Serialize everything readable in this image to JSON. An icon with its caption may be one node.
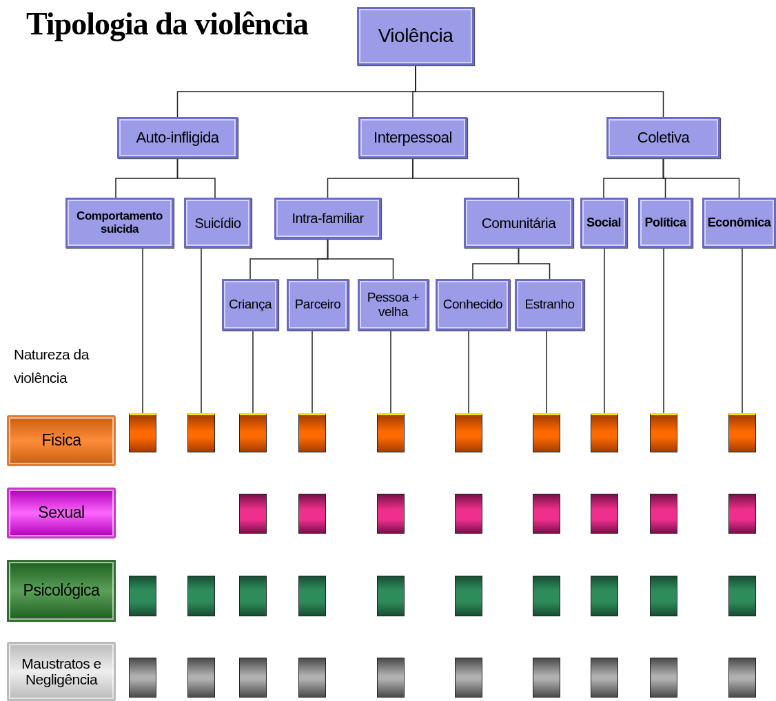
{
  "diagram": {
    "title": "Tipologia da violência",
    "nodes": [
      {
        "text": [
          "Violência"
        ]
      },
      {
        "text": [
          "Auto-infligida"
        ]
      },
      {
        "text": [
          "Interpessoal"
        ]
      },
      {
        "text": [
          "Coletiva"
        ]
      },
      {
        "text": [
          "Comportamento suicida"
        ]
      },
      {
        "text": [
          "Suicídio"
        ]
      },
      {
        "text": [
          "Intra-familiar"
        ]
      },
      {
        "text": [
          "Comunitária"
        ]
      },
      {
        "text": [
          "Social"
        ]
      },
      {
        "text": [
          "Política"
        ]
      },
      {
        "text": [
          "Econômica"
        ]
      },
      {
        "text": [
          "Criança"
        ]
      },
      {
        "text": [
          "Parceiro"
        ]
      },
      {
        "text": [
          "Pessoa + velha"
        ]
      },
      {
        "text": [
          "Conhecido"
        ]
      },
      {
        "text": [
          "Estranho"
        ]
      },
      {
        "text": [
          "Fisica"
        ]
      },
      {
        "text": [
          "Sexual"
        ]
      },
      {
        "text": [
          "Psicológica"
        ]
      },
      {
        "text": [
          "Maustratos e Negligência"
        ]
      },
      {
        "text": [],
        "shape": "box"
      },
      {
        "text": [],
        "shape": "box"
      },
      {
        "text": [],
        "shape": "box"
      },
      {
        "text": [],
        "shape": "box"
      },
      {
        "text": [],
        "shape": "box"
      },
      {
        "text": [],
        "shape": "box"
      },
      {
        "text": [],
        "shape": "box"
      },
      {
        "text": [],
        "shape": "box"
      },
      {
        "text": [],
        "shape": "box"
      },
      {
        "text": [],
        "shape": "box"
      },
      {
        "text": [],
        "shape": "box"
      },
      {
        "text": [],
        "shape": "box"
      },
      {
        "text": [],
        "shape": "box"
      },
      {
        "text": [],
        "shape": "box"
      },
      {
        "text": [],
        "shape": "box"
      },
      {
        "text": [],
        "shape": "box"
      },
      {
        "text": [],
        "shape": "box"
      },
      {
        "text": [],
        "shape": "box"
      },
      {
        "text": [],
        "shape": "box"
      },
      {
        "text": [],
        "shape": "box"
      },
      {
        "text": [],
        "shape": "box"
      },
      {
        "text": [],
        "shape": "box"
      },
      {
        "text": [],
        "shape": "box"
      },
      {
        "text": [],
        "shape": "box"
      },
      {
        "text": [],
        "shape": "box"
      },
      {
        "text": [],
        "shape": "box"
      },
      {
        "text": [],
        "shape": "box"
      },
      {
        "text": [],
        "shape": "box"
      },
      {
        "text": [],
        "shape": "box"
      },
      {
        "text": [],
        "shape": "box"
      },
      {
        "text": [],
        "shape": "box"
      },
      {
        "text": [],
        "shape": "box"
      },
      {
        "text": [],
        "shape": "box"
      },
      {
        "text": [],
        "shape": "box"
      },
      {
        "text": [],
        "shape": "box"
      },
      {
        "text": [],
        "shape": "box"
      },
      {
        "text": [],
        "shape": "box"
      },
      {
        "text": [],
        "shape": "box"
      }
    ],
    "edges": [
      {
        "from": 0,
        "to": 1,
        "arrow": "none"
      },
      {
        "from": 0,
        "to": 2,
        "arrow": "none"
      },
      {
        "from": 0,
        "to": 3,
        "arrow": "none"
      },
      {
        "from": 1,
        "to": 4,
        "arrow": "none"
      },
      {
        "from": 1,
        "to": 5,
        "arrow": "none"
      },
      {
        "from": 2,
        "to": 6,
        "arrow": "none"
      },
      {
        "from": 2,
        "to": 7,
        "arrow": "none"
      },
      {
        "from": 3,
        "to": 8,
        "arrow": "none"
      },
      {
        "from": 3,
        "to": 9,
        "arrow": "none"
      },
      {
        "from": 3,
        "to": 10,
        "arrow": "none"
      },
      {
        "from": 6,
        "to": 11,
        "arrow": "none"
      },
      {
        "from": 6,
        "to": 12,
        "arrow": "none"
      },
      {
        "from": 6,
        "to": 13,
        "arrow": "none"
      },
      {
        "from": 7,
        "to": 14,
        "arrow": "none"
      },
      {
        "from": 7,
        "to": 15,
        "arrow": "none"
      },
      {
        "from": 4,
        "to": 20,
        "arrow": "none"
      },
      {
        "from": 5,
        "to": 21,
        "arrow": "none"
      },
      {
        "from": 11,
        "to": 22,
        "arrow": "none"
      },
      {
        "from": 12,
        "to": 23,
        "arrow": "none"
      },
      {
        "from": 13,
        "to": 24,
        "arrow": "none"
      },
      {
        "from": 14,
        "to": 25,
        "arrow": "none"
      },
      {
        "from": 15,
        "to": 26,
        "arrow": "none"
      },
      {
        "from": 8,
        "to": 27,
        "arrow": "none"
      },
      {
        "from": 9,
        "to": 28,
        "arrow": "none"
      },
      {
        "from": 10,
        "to": 29,
        "arrow": "none"
      }
    ],
    "labels": [
      "Natureza da violência"
    ]
  }
}
